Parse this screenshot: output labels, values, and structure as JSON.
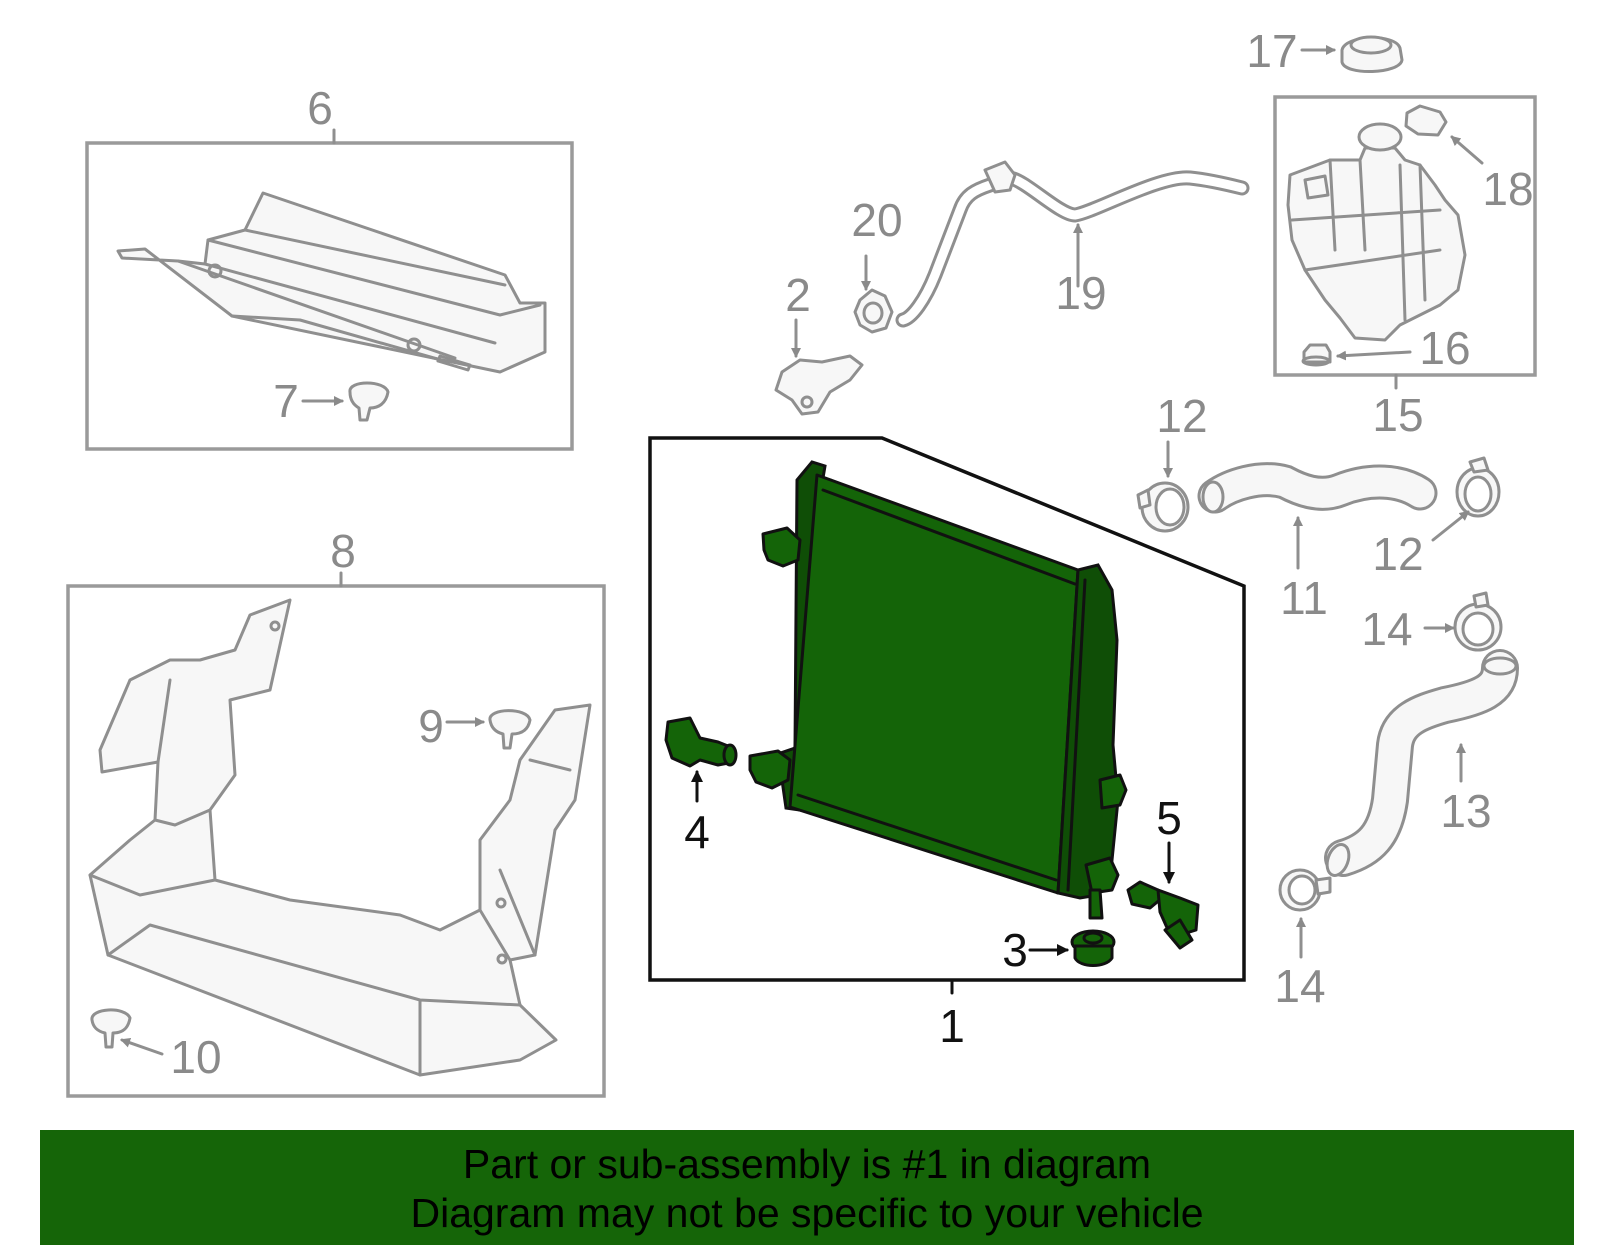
{
  "callouts": {
    "c1": "1",
    "c2": "2",
    "c3": "3",
    "c4": "4",
    "c5": "5",
    "c6": "6",
    "c7": "7",
    "c8": "8",
    "c9": "9",
    "c10": "10",
    "c11": "11",
    "c12a": "12",
    "c12b": "12",
    "c13": "13",
    "c14a": "14",
    "c14b": "14",
    "c15": "15",
    "c16": "16",
    "c17": "17",
    "c18": "18",
    "c19": "19",
    "c20": "20"
  },
  "banner": {
    "line1": "Part or sub-assembly is #1 in diagram",
    "line2": "Diagram may not be specific to your vehicle"
  },
  "colors": {
    "highlight": "#146408",
    "banner": "#156508",
    "outline_gray": "#8f8f8f"
  }
}
